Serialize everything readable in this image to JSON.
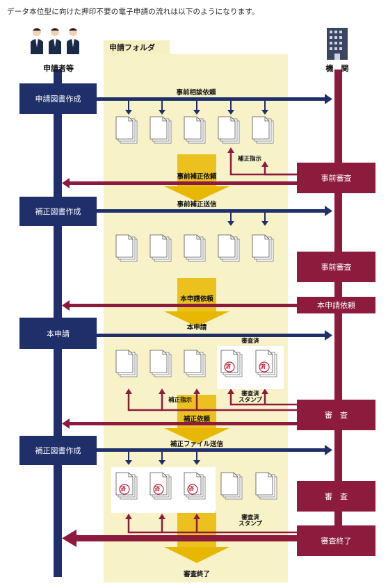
{
  "caption": "データ本位型に向けた押印不要の電子申請の流れは以下のようになります。",
  "actors": {
    "applicant": "申請者等",
    "agency": "機　関"
  },
  "folder": {
    "title": "申請フォルダ"
  },
  "applicant_steps": {
    "step1": "申請図書作成",
    "step2": "補正図書作成",
    "step3": "本申請",
    "step4": "補正図書作成"
  },
  "agency_steps": {
    "step1": "事前審査",
    "step2": "事前審査",
    "step3": "本申請依頼",
    "step4": "審　査",
    "step5": "審　査",
    "step6": "審査終了"
  },
  "messages": {
    "pre_consult": "事前相談依頼",
    "correction_instruction_1": "補正指示",
    "pre_correction_request": "事前補正依頼",
    "pre_correction_send": "事前補正送信",
    "main_application_request": "本申請依頼",
    "main_application": "本申請",
    "reviewed_label": "審査済",
    "correction_instruction_2": "補正指示",
    "reviewed_stamp_1": "審査済\nスタンプ",
    "correction_request": "補正依頼",
    "correction_file_send": "補正ファイル送信",
    "reviewed_stamp_2": "審査済\nスタンプ",
    "review_complete": "審査終了"
  },
  "stamp_glyph": "済",
  "colors": {
    "navy": "#1e2f6a",
    "wine": "#8c1b3e",
    "folder": "#f7f2c8",
    "gold": "#e8b800"
  },
  "icons": [
    "people-icon",
    "building-icon",
    "document-stack-icon",
    "approved-stamp-icon",
    "down-arrow-icon"
  ]
}
